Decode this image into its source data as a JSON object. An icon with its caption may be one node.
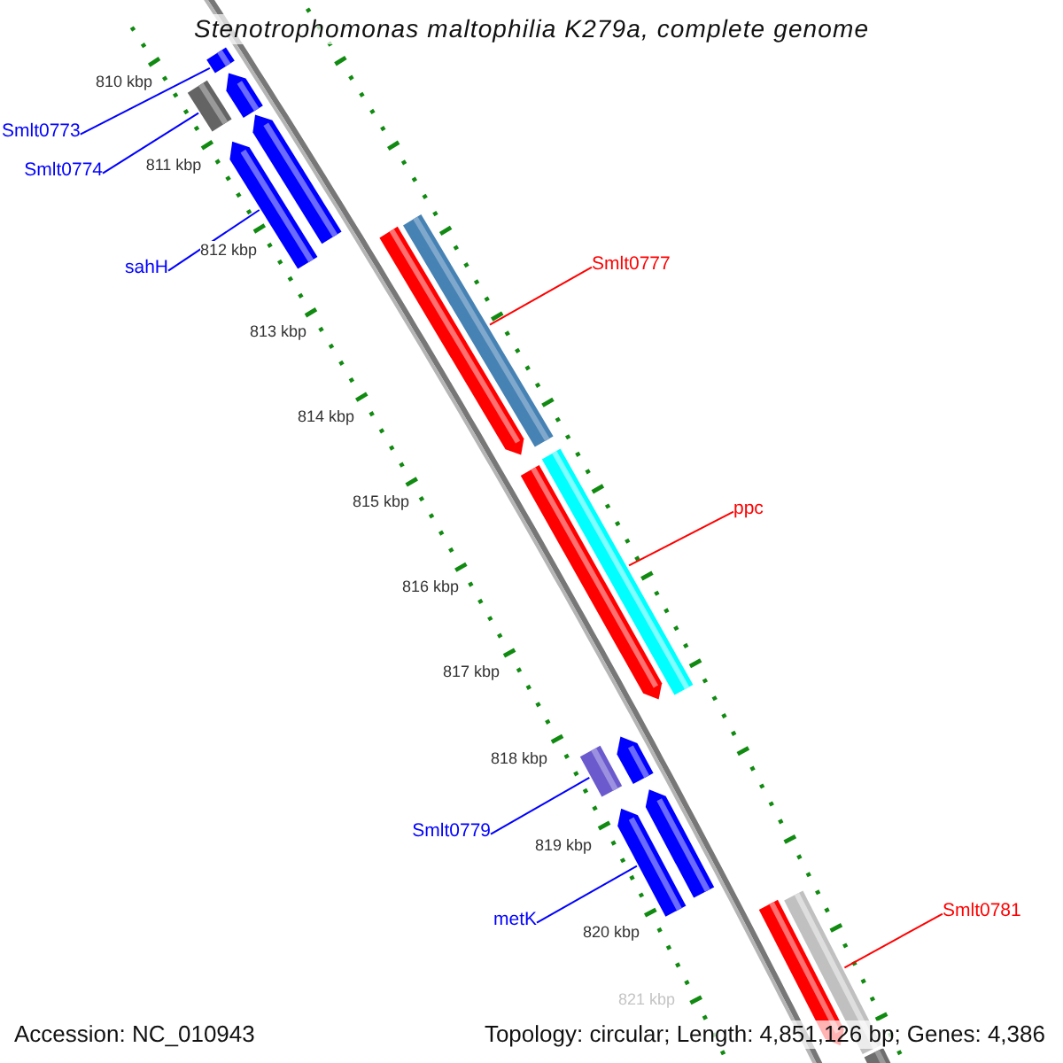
{
  "diagram": {
    "title": "Stenotrophomonas maltophilia K279a, complete genome",
    "nodes": [
      {
        "text": [
          "Smlt0773"
        ]
      },
      {
        "text": [],
        "shape": "bar"
      },
      {
        "text": [
          "Smlt0774"
        ]
      },
      {
        "text": [],
        "shape": "bar"
      },
      {
        "text": [
          "sahH"
        ]
      },
      {
        "text": [],
        "shape": "arrow"
      },
      {
        "text": [
          "Smlt0777"
        ]
      },
      {
        "text": [],
        "shape": "bar"
      },
      {
        "text": [
          "ppc"
        ]
      },
      {
        "text": [],
        "shape": "bar"
      },
      {
        "text": [
          "Smlt0779"
        ]
      },
      {
        "text": [],
        "shape": "bar"
      },
      {
        "text": [
          "metK"
        ]
      },
      {
        "text": [],
        "shape": "arrow"
      },
      {
        "text": [
          "Smlt0781"
        ]
      },
      {
        "text": [],
        "shape": "bar"
      }
    ],
    "edges": [
      {
        "from": 0,
        "to": 1,
        "arrow": "none"
      },
      {
        "from": 2,
        "to": 3,
        "arrow": "none"
      },
      {
        "from": 4,
        "to": 5,
        "arrow": "none"
      },
      {
        "from": 6,
        "to": 7,
        "arrow": "none",
        "color": "#ff0000"
      },
      {
        "from": 8,
        "to": 9,
        "arrow": "none",
        "color": "#ff0000"
      },
      {
        "from": 10,
        "to": 11,
        "arrow": "none"
      },
      {
        "from": 12,
        "to": 13,
        "arrow": "none"
      },
      {
        "from": 14,
        "to": 15,
        "arrow": "none",
        "color": "#ff0000"
      }
    ],
    "labels": [
      "810 kbp",
      "811 kbp",
      "812 kbp",
      "813 kbp",
      "814 kbp",
      "815 kbp",
      "816 kbp",
      "817 kbp",
      "818 kbp",
      "819 kbp",
      "820 kbp",
      "821 kbp",
      "Accession: NC_010943",
      "Topology: circular; Length: 4,851,126 bp; Genes: 4,386"
    ]
  }
}
